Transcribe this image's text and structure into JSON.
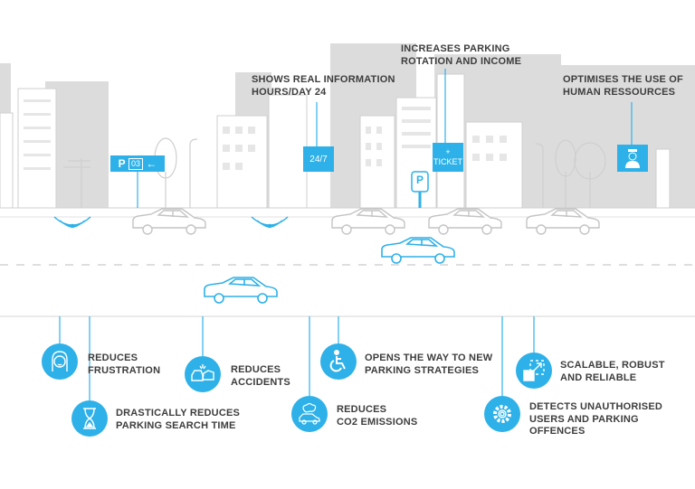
{
  "top_labels": [
    {
      "lines": [
        "INCREASES PARKING",
        "ROTATION AND INCOME"
      ]
    },
    {
      "lines": [
        "SHOWS REAL INFORMATION",
        "HOURS/DAY 24"
      ]
    },
    {
      "lines": [
        "OPTIMISES THE USE OF",
        "HUMAN RESSOURCES"
      ]
    }
  ],
  "signs": {
    "parking": "P",
    "parking_number": "03",
    "parking_arrow": "←",
    "hours": "24/7",
    "ticket_plus": "+",
    "ticket": "TICKET",
    "meter": "P"
  },
  "benefits": [
    {
      "lines": [
        "REDUCES",
        "FRUSTRATION"
      ],
      "icon": "face-icon"
    },
    {
      "lines": [
        "DRASTICALLY REDUCES",
        "PARKING SEARCH TIME"
      ],
      "icon": "hourglass-icon"
    },
    {
      "lines": [
        "REDUCES",
        "ACCIDENTS"
      ],
      "icon": "car-crash-icon"
    },
    {
      "lines": [
        "REDUCES",
        "CO2 EMISSIONS"
      ],
      "icon": "car-emissions-icon"
    },
    {
      "lines": [
        "OPENS THE WAY TO NEW",
        "PARKING STRATEGIES"
      ],
      "icon": "wheelchair-icon"
    },
    {
      "lines": [
        "SCALABLE, ROBUST",
        "AND RELIABLE"
      ],
      "icon": "scale-up-icon"
    },
    {
      "lines": [
        "DETECTS UNAUTHORISED",
        "USERS AND PARKING",
        "OFFENCES"
      ],
      "icon": "gear-icon"
    }
  ],
  "colors": {
    "accent": "#2eb1e8",
    "building": "#dcdcdc",
    "text": "#3d3d3d"
  }
}
